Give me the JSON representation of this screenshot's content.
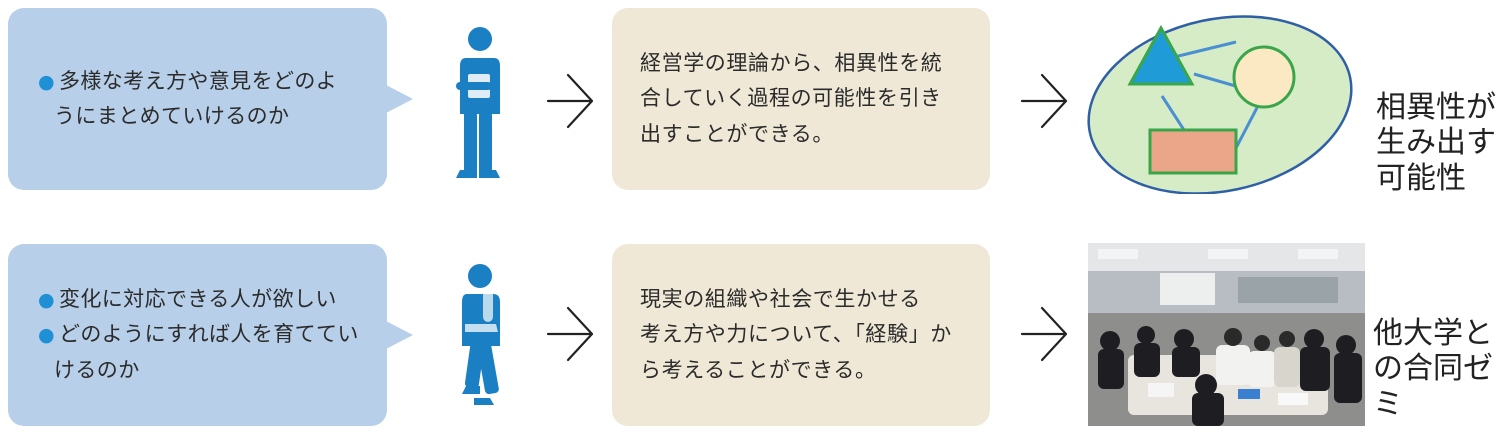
{
  "rows": [
    {
      "bubble_lines": [
        {
          "bullet": "●",
          "text": "多様な考え方や意見をどのよ"
        },
        {
          "bullet": "",
          "text": "うにまとめていけるのか"
        }
      ],
      "box_lines": [
        "経営学の理論から、相異性を統",
        "合していく過程の可能性を引き",
        "出すことができる。"
      ],
      "side_label": [
        "相異性が",
        "生み出す",
        "可能性"
      ]
    },
    {
      "bubble_lines": [
        {
          "bullet": "●",
          "text": "変化に対応できる人が欲しい"
        },
        {
          "bullet": "●",
          "text": "どのようにすれば人を育ててい"
        },
        {
          "bullet": "",
          "text": "けるのか"
        }
      ],
      "box_lines": [
        "現実の組織や社会で生かせる",
        "考え方や力について、「経験」か",
        "ら考えることができる。"
      ],
      "side_label": [
        "他大学と",
        "の合同ゼ",
        "ミ"
      ]
    }
  ],
  "icons": {
    "person_1": "person-holding-book-icon",
    "person_2": "person-thinking-icon",
    "arrow": "right-arrow-icon",
    "diagram": "diversity-diagram",
    "photo": "seminar-photo"
  },
  "colors": {
    "bubble": "#b7cfe8",
    "box": "#efe8d6",
    "person": "#1b7fc4",
    "ellipse_fill": "#d6ecc7",
    "ellipse_stroke": "#2f5fa6",
    "triangle": "#1f9bd8",
    "circle": "#fbe9c4",
    "rect": "#eba588",
    "shape_stroke": "#3aa64a"
  }
}
